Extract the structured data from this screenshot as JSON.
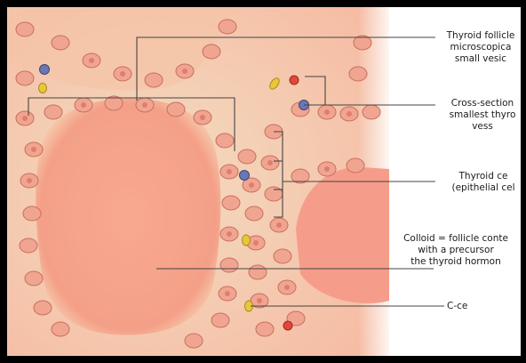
{
  "labels": {
    "follicle": "Thyroid follicle\nmicroscopica\nsmall vesic",
    "cross_section": "Cross-section\nsmallest thyro\nvess",
    "thyroid_cells": "Thyroid ce\n(epithelial cel",
    "colloid": "Colloid = follicle conte\nwith a precursor\nthe thyroid hormon",
    "c_cell": "C-ce"
  },
  "colors": {
    "colloid": "#f6a890",
    "stroma": "#f4e6c8",
    "cell": "#f0a591",
    "nucleus": "#dd7566",
    "blue_cell": "#6a78b2",
    "yellow_cell": "#e8c83a",
    "red_cell": "#e0483a"
  }
}
